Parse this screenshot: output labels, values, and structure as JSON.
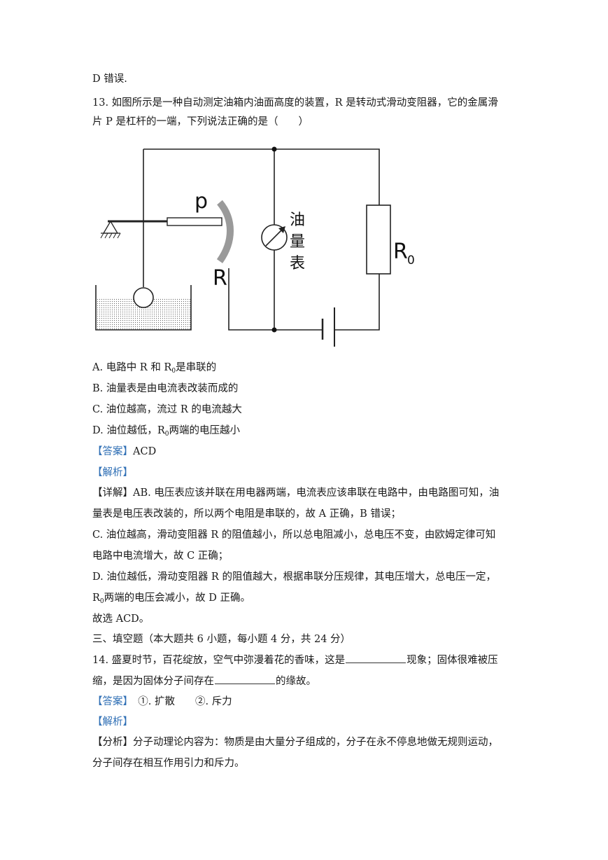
{
  "lines": {
    "l0": "D 错误.",
    "q13a": "13.  如图所示是一种自动测定油箱内油面高度的装置，R 是转动式滑动变阻器，它的金属滑",
    "q13b": "片 P 是杠杆的一端，下列说法正确的是（　　）",
    "optA_pre": "A.  电路中 R 和 R",
    "optA_sub": "0",
    "optA_post": "是串联的",
    "optB": "B.  油量表是由电流表改装而成的",
    "optC": "C.  油位越高，流过 R 的电流越大",
    "optD_pre": "D.  油位越低，R",
    "optD_sub": "0",
    "optD_post": "两端的电压越小",
    "ans_label": "【答案】",
    "ans_val": "ACD",
    "jiexi": "【解析】",
    "xiangjie_label": "【详解】",
    "x1": "AB. 电压表应该并联在用电器两端，电流表应该串联在电路中，由电路图可知，油",
    "x2": "量表是电压表改装的，所以两个电阻是串联的，故 A 正确，B 错误；",
    "x3": "C. 油位越高，滑动变阻器 R 的阻值越小，所以总电阻减小，总电压不变，由欧姆定律可知",
    "x4": "电路中电流增大，故 C 正确；",
    "x5": "D. 油位越低，滑动变阻器 R 的阻值越大，根据串联分压规律，其电压增大，总电压一定，",
    "x6_pre": "R",
    "x6_sub": "0",
    "x6_post": "两端的电压会减小，故 D 正确。",
    "x7": "故选 ACD。",
    "sec3": "三、填空题（本大题共 6 小题，每小题 4 分，共 24 分）",
    "q14a_pre": "14.  盛夏时节，百花绽放，空气中弥漫着花的香味，这是",
    "q14a_post": "现象；固体很难被压",
    "q14b_pre": "缩，是因为固体分子间存在",
    "q14b_post": "的缘故。",
    "ans14_label": "【答案】",
    "ans14_val": "　①. 扩散　　②. 斥力",
    "jiexi14": "【解析】",
    "fenxi_label": "【分析】",
    "f1": "分子动理论内容为：物质是由大量分子组成的，分子在永不停息地做无规则运动，",
    "f2": "分子间存在相互作用引力和斥力。"
  },
  "figure": {
    "label_p": "p",
    "label_r": "R",
    "label_r0": "R",
    "label_r0_sub": "0",
    "meter_chars": [
      "油",
      "量",
      "表"
    ]
  }
}
